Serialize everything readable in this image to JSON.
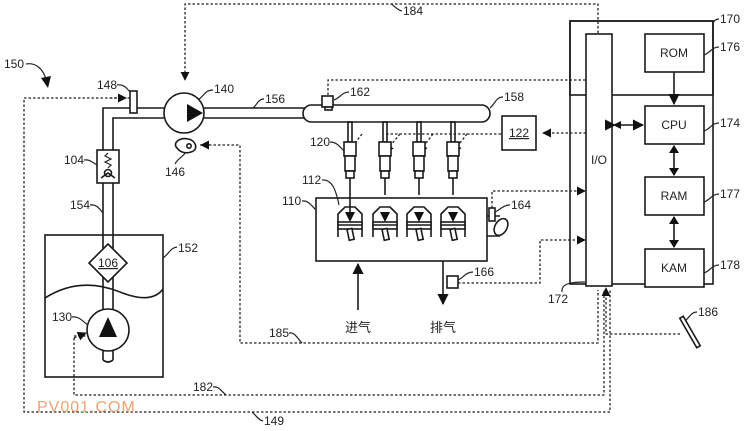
{
  "figure": {
    "system_ref": "150",
    "components": {
      "fuel_filter": "106",
      "check_valve": "104",
      "lift_pump": "130",
      "fuel_tank": "152",
      "low_pressure_line": "154",
      "high_pressure_pump": "140",
      "cam": "146",
      "pressure_sensor_lp": "148",
      "high_pressure_line": "156",
      "fuel_rail": "158",
      "rail_pressure_sensor": "162",
      "injector": "120",
      "injector_driver": "122",
      "engine": "110",
      "cylinder": "112",
      "engine_sensor": "164",
      "exhaust_sensor": "166",
      "controller": "170",
      "io_port": "172",
      "cpu_ref": "174",
      "rom_ref": "176",
      "ram_ref": "177",
      "kam_ref": "178",
      "pedal": "186",
      "signal_182": "182",
      "signal_184": "184",
      "signal_185": "185",
      "signal_149": "149"
    },
    "controller_blocks": {
      "rom": "ROM",
      "cpu": "CPU",
      "ram": "RAM",
      "kam": "KAM",
      "io": "I/O"
    },
    "flow_labels": {
      "intake": "进气",
      "exhaust": "排气"
    },
    "watermark": "PV001.COM"
  }
}
